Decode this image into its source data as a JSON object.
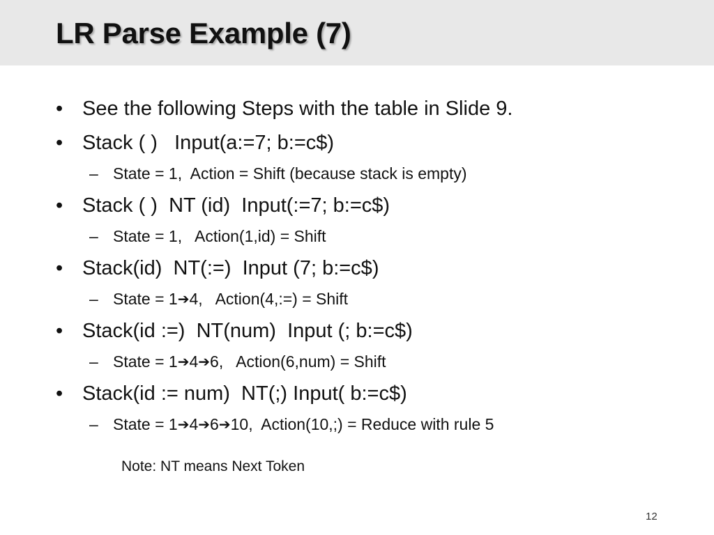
{
  "slide": {
    "title": "LR Parse Example (7)",
    "page_number": "12",
    "note": "Note: NT means Next Token"
  },
  "bullets": [
    {
      "marker": "•",
      "text": "See the following Steps with the table in Slide 9."
    },
    {
      "marker": "•",
      "text": "Stack ( )   Input(a:=7; b:=c$)"
    },
    {
      "marker": "•",
      "text": "Stack ( )  NT (id)  Input(:=7; b:=c$)"
    },
    {
      "marker": "•",
      "text": "Stack(id)  NT(:=)  Input (7; b:=c$)"
    },
    {
      "marker": "•",
      "text": "Stack(id :=)  NT(num)  Input (; b:=c$)"
    },
    {
      "marker": "•",
      "text": "Stack(id := num)  NT(;) Input( b:=c$)"
    }
  ],
  "sub_bullets": [
    {
      "marker": "–",
      "prefix": "State = 1,  Action = Shift (because stack is empty)",
      "states": [],
      "suffix": ""
    },
    {
      "marker": "–",
      "prefix": "State = 1,   Action(1,id) = Shift",
      "states": [],
      "suffix": ""
    },
    {
      "marker": "–",
      "prefix": "State = 1",
      "states": [
        "4,"
      ],
      "suffix": "   Action(4,:=) = Shift"
    },
    {
      "marker": "–",
      "prefix": "State = 1",
      "states": [
        "4",
        "6,"
      ],
      "suffix": "   Action(6,num) = Shift"
    },
    {
      "marker": "–",
      "prefix": "State = 1",
      "states": [
        "4",
        "6",
        "10,"
      ],
      "suffix": "  Action(10,;) = Reduce with rule 5"
    }
  ],
  "glyphs": {
    "arrow": "➔"
  },
  "colors": {
    "title_band": "#e8e8e8",
    "text": "#111111"
  }
}
